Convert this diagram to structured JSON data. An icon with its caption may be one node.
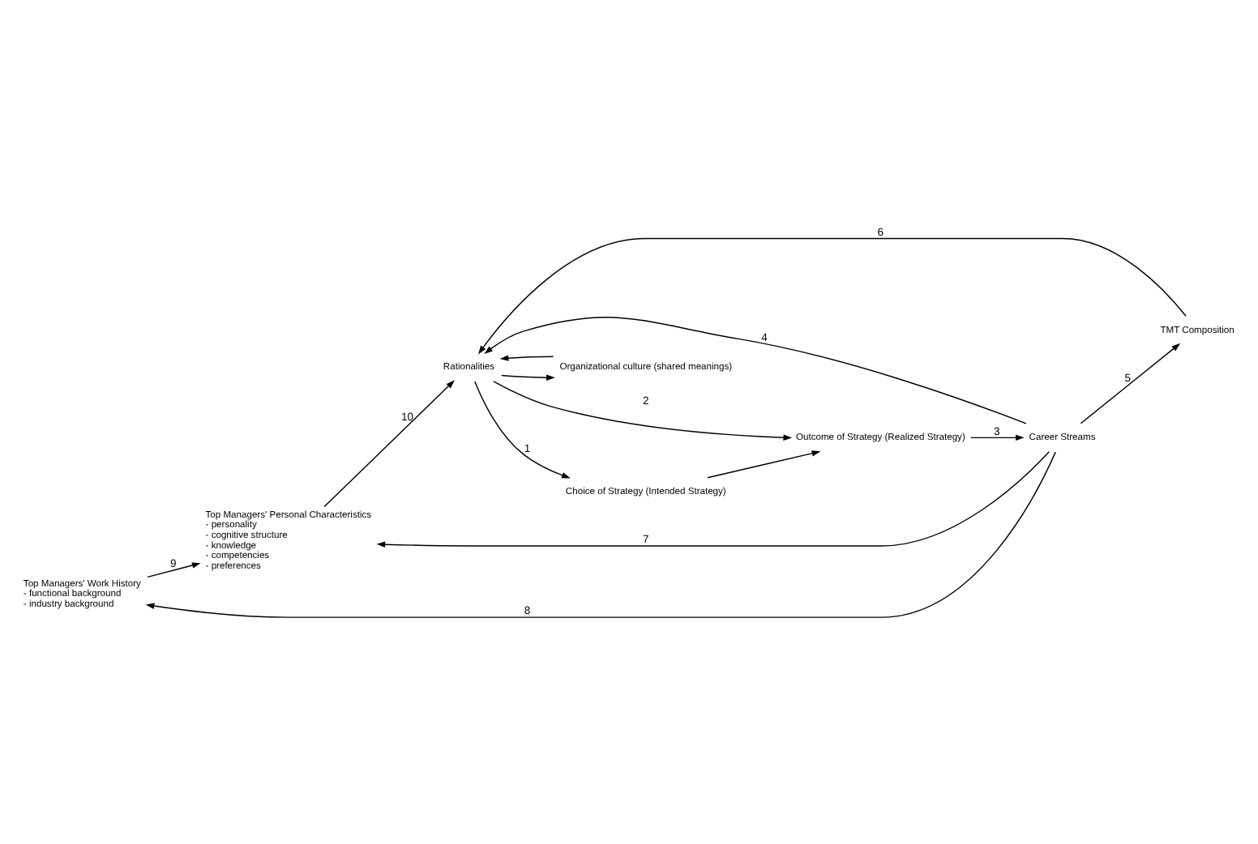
{
  "diagram": {
    "nodes": [
      {
        "text": [
          "Top Managers' Work History",
          "- functional background",
          "- industry background"
        ]
      },
      {
        "text": [
          "Top Managers' Personal Characteristics",
          "- personality",
          "- cognitive structure",
          "- knowledge",
          "- competencies",
          "- preferences"
        ]
      },
      {
        "text": [
          "TMT Composition"
        ]
      },
      {
        "text": [
          "Career Streams"
        ]
      },
      {
        "text": [
          "Rationalities"
        ]
      },
      {
        "text": [
          "Organizational culture (shared meanings)"
        ]
      },
      {
        "text": [
          "Outcome of Strategy (Realized Strategy)"
        ]
      },
      {
        "text": [
          "Choice of Strategy (Intended Strategy)"
        ]
      }
    ],
    "edges": [
      {
        "from": 3,
        "to": 0,
        "arrow": "to",
        "label": "8"
      },
      {
        "from": 0,
        "to": 1,
        "arrow": "to",
        "label": "9"
      },
      {
        "from": 3,
        "to": 1,
        "arrow": "to",
        "label": "7"
      },
      {
        "from": 3,
        "to": 2,
        "arrow": "to",
        "label": "5"
      },
      {
        "from": 3,
        "to": 4,
        "arrow": "to",
        "label": "4"
      },
      {
        "from": 2,
        "to": 4,
        "arrow": "to",
        "label": "6"
      },
      {
        "from": 1,
        "to": 4,
        "arrow": "to",
        "label": "10"
      },
      {
        "from": 4,
        "to": 5,
        "arrow": "to"
      },
      {
        "from": 5,
        "to": 4,
        "arrow": "to"
      },
      {
        "from": 4,
        "to": 7,
        "arrow": "to",
        "label": "1"
      },
      {
        "from": 4,
        "to": 6,
        "arrow": "to",
        "label": "2"
      },
      {
        "from": 7,
        "to": 6,
        "arrow": "to"
      },
      {
        "from": 6,
        "to": 3,
        "arrow": "to",
        "label": "3"
      }
    ]
  }
}
